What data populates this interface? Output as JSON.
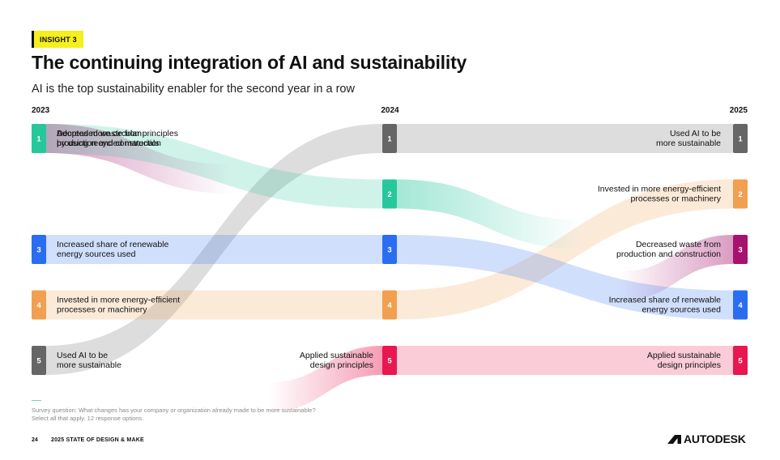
{
  "header": {
    "tag": "INSIGHT 3",
    "title": "The continuing integration of AI and sustainability",
    "subtitle": "AI is the top sustainability enabler for the second year in a row"
  },
  "chart_data": {
    "type": "bump",
    "columns": [
      "2023",
      "2024",
      "2025"
    ],
    "series": [
      {
        "name": "Used AI to be more sustainable",
        "lines": [
          "Used AI to be",
          "more sustainable"
        ],
        "color": "#666666",
        "ranks": [
          5,
          1,
          1
        ]
      },
      {
        "name": "Invested in more energy-efficient processes or machinery",
        "lines": [
          "Invested in more energy-efficient",
          "processes or machinery"
        ],
        "color": "#f0a050",
        "ranks": [
          4,
          4,
          2
        ]
      },
      {
        "name": "Decreased waste from production and construction",
        "lines": [
          "Decreased waste from",
          "production and construction"
        ],
        "color": "#a6136e",
        "ranks": [
          1,
          null,
          3
        ]
      },
      {
        "name": "Increased share of renewable energy sources used",
        "lines": [
          "Increased share of renewable",
          "energy sources used"
        ],
        "color": "#2b6df0",
        "ranks": [
          3,
          3,
          4
        ]
      },
      {
        "name": "Adopted more circular principles by using recycled materials",
        "lines": [
          "Adopted more circular principles",
          "by using recycled materials"
        ],
        "color": "#27c79c",
        "ranks": [
          1,
          2,
          null
        ]
      },
      {
        "name": "Applied sustainable design principles",
        "lines": [
          "Applied sustainable",
          "design principles"
        ],
        "color": "#e8174f",
        "ranks": [
          null,
          5,
          5
        ]
      }
    ]
  },
  "footer": {
    "survey_line1": "Survey question: What changes has your company or organization already made to be more sustainable?",
    "survey_line2": "Select all that apply. 12 response options.",
    "page_number": "24",
    "report_name": "2025 STATE OF DESIGN & MAKE",
    "logo_text": "AUTODESK"
  }
}
